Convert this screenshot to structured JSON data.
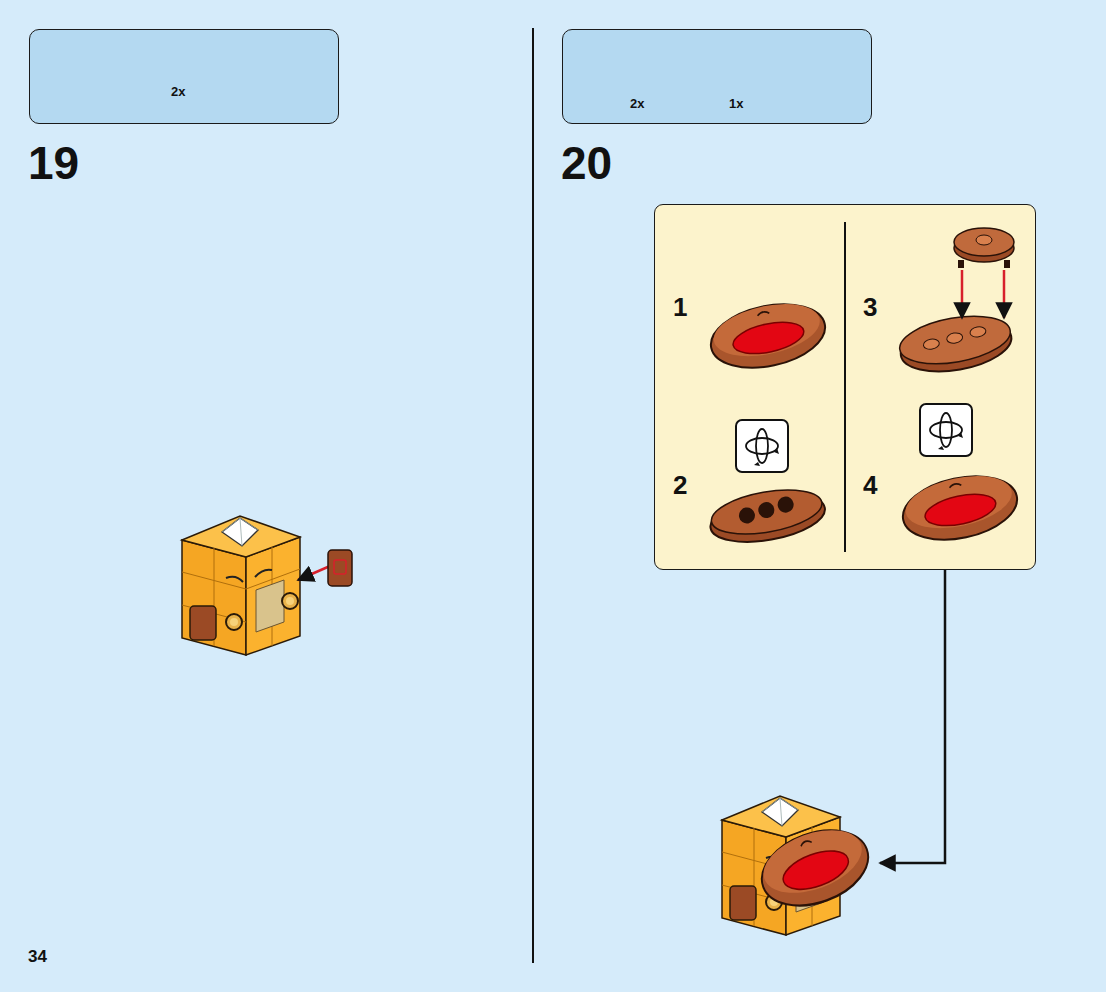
{
  "diagram": {
    "nodes": [
      {
        "text": [
          "2x"
        ]
      },
      {
        "text": [
          "2x",
          "1x"
        ]
      },
      {
        "text": [
          "1",
          "2",
          "3",
          "4"
        ]
      }
    ],
    "labels": [
      "19",
      "20",
      "34"
    ]
  }
}
